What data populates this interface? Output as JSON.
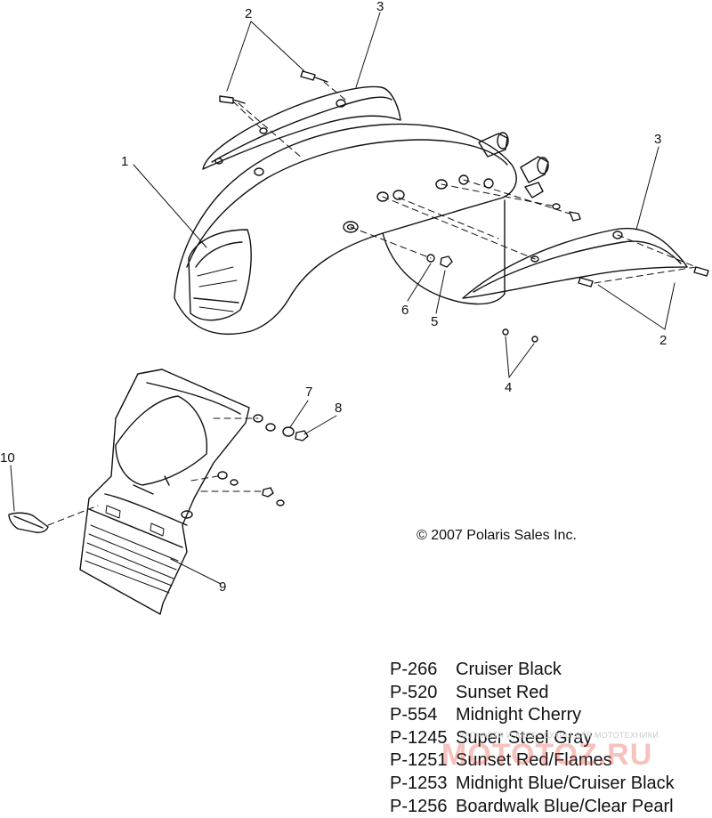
{
  "callouts": {
    "c1": "1",
    "c2": "2",
    "c3": "3",
    "c4": "4",
    "c5": "5",
    "c6": "6",
    "c7": "7",
    "c8": "8",
    "c9": "9",
    "c10": "10"
  },
  "copyright": "© 2007 Polaris Sales Inc.",
  "legend": [
    {
      "code": "P-266",
      "name": "Cruiser Black"
    },
    {
      "code": "P-520",
      "name": "Sunset Red"
    },
    {
      "code": "P-554",
      "name": "Midnight Cherry"
    },
    {
      "code": "P-1245",
      "name": "Super Steel Gray"
    },
    {
      "code": "P-1251",
      "name": "Sunset Red/Flames"
    },
    {
      "code": "P-1253",
      "name": "Midnight Blue/Cruiser Black"
    },
    {
      "code": "P-1256",
      "name": "Boardwalk Blue/Clear Pearl"
    }
  ],
  "watermark": {
    "small": "ЗАПЧАСТИ И АКСЕССУАРЫ ДЛЯ МОТОТЕХНИКИ",
    "large": "MOTOTOZ.RU"
  }
}
